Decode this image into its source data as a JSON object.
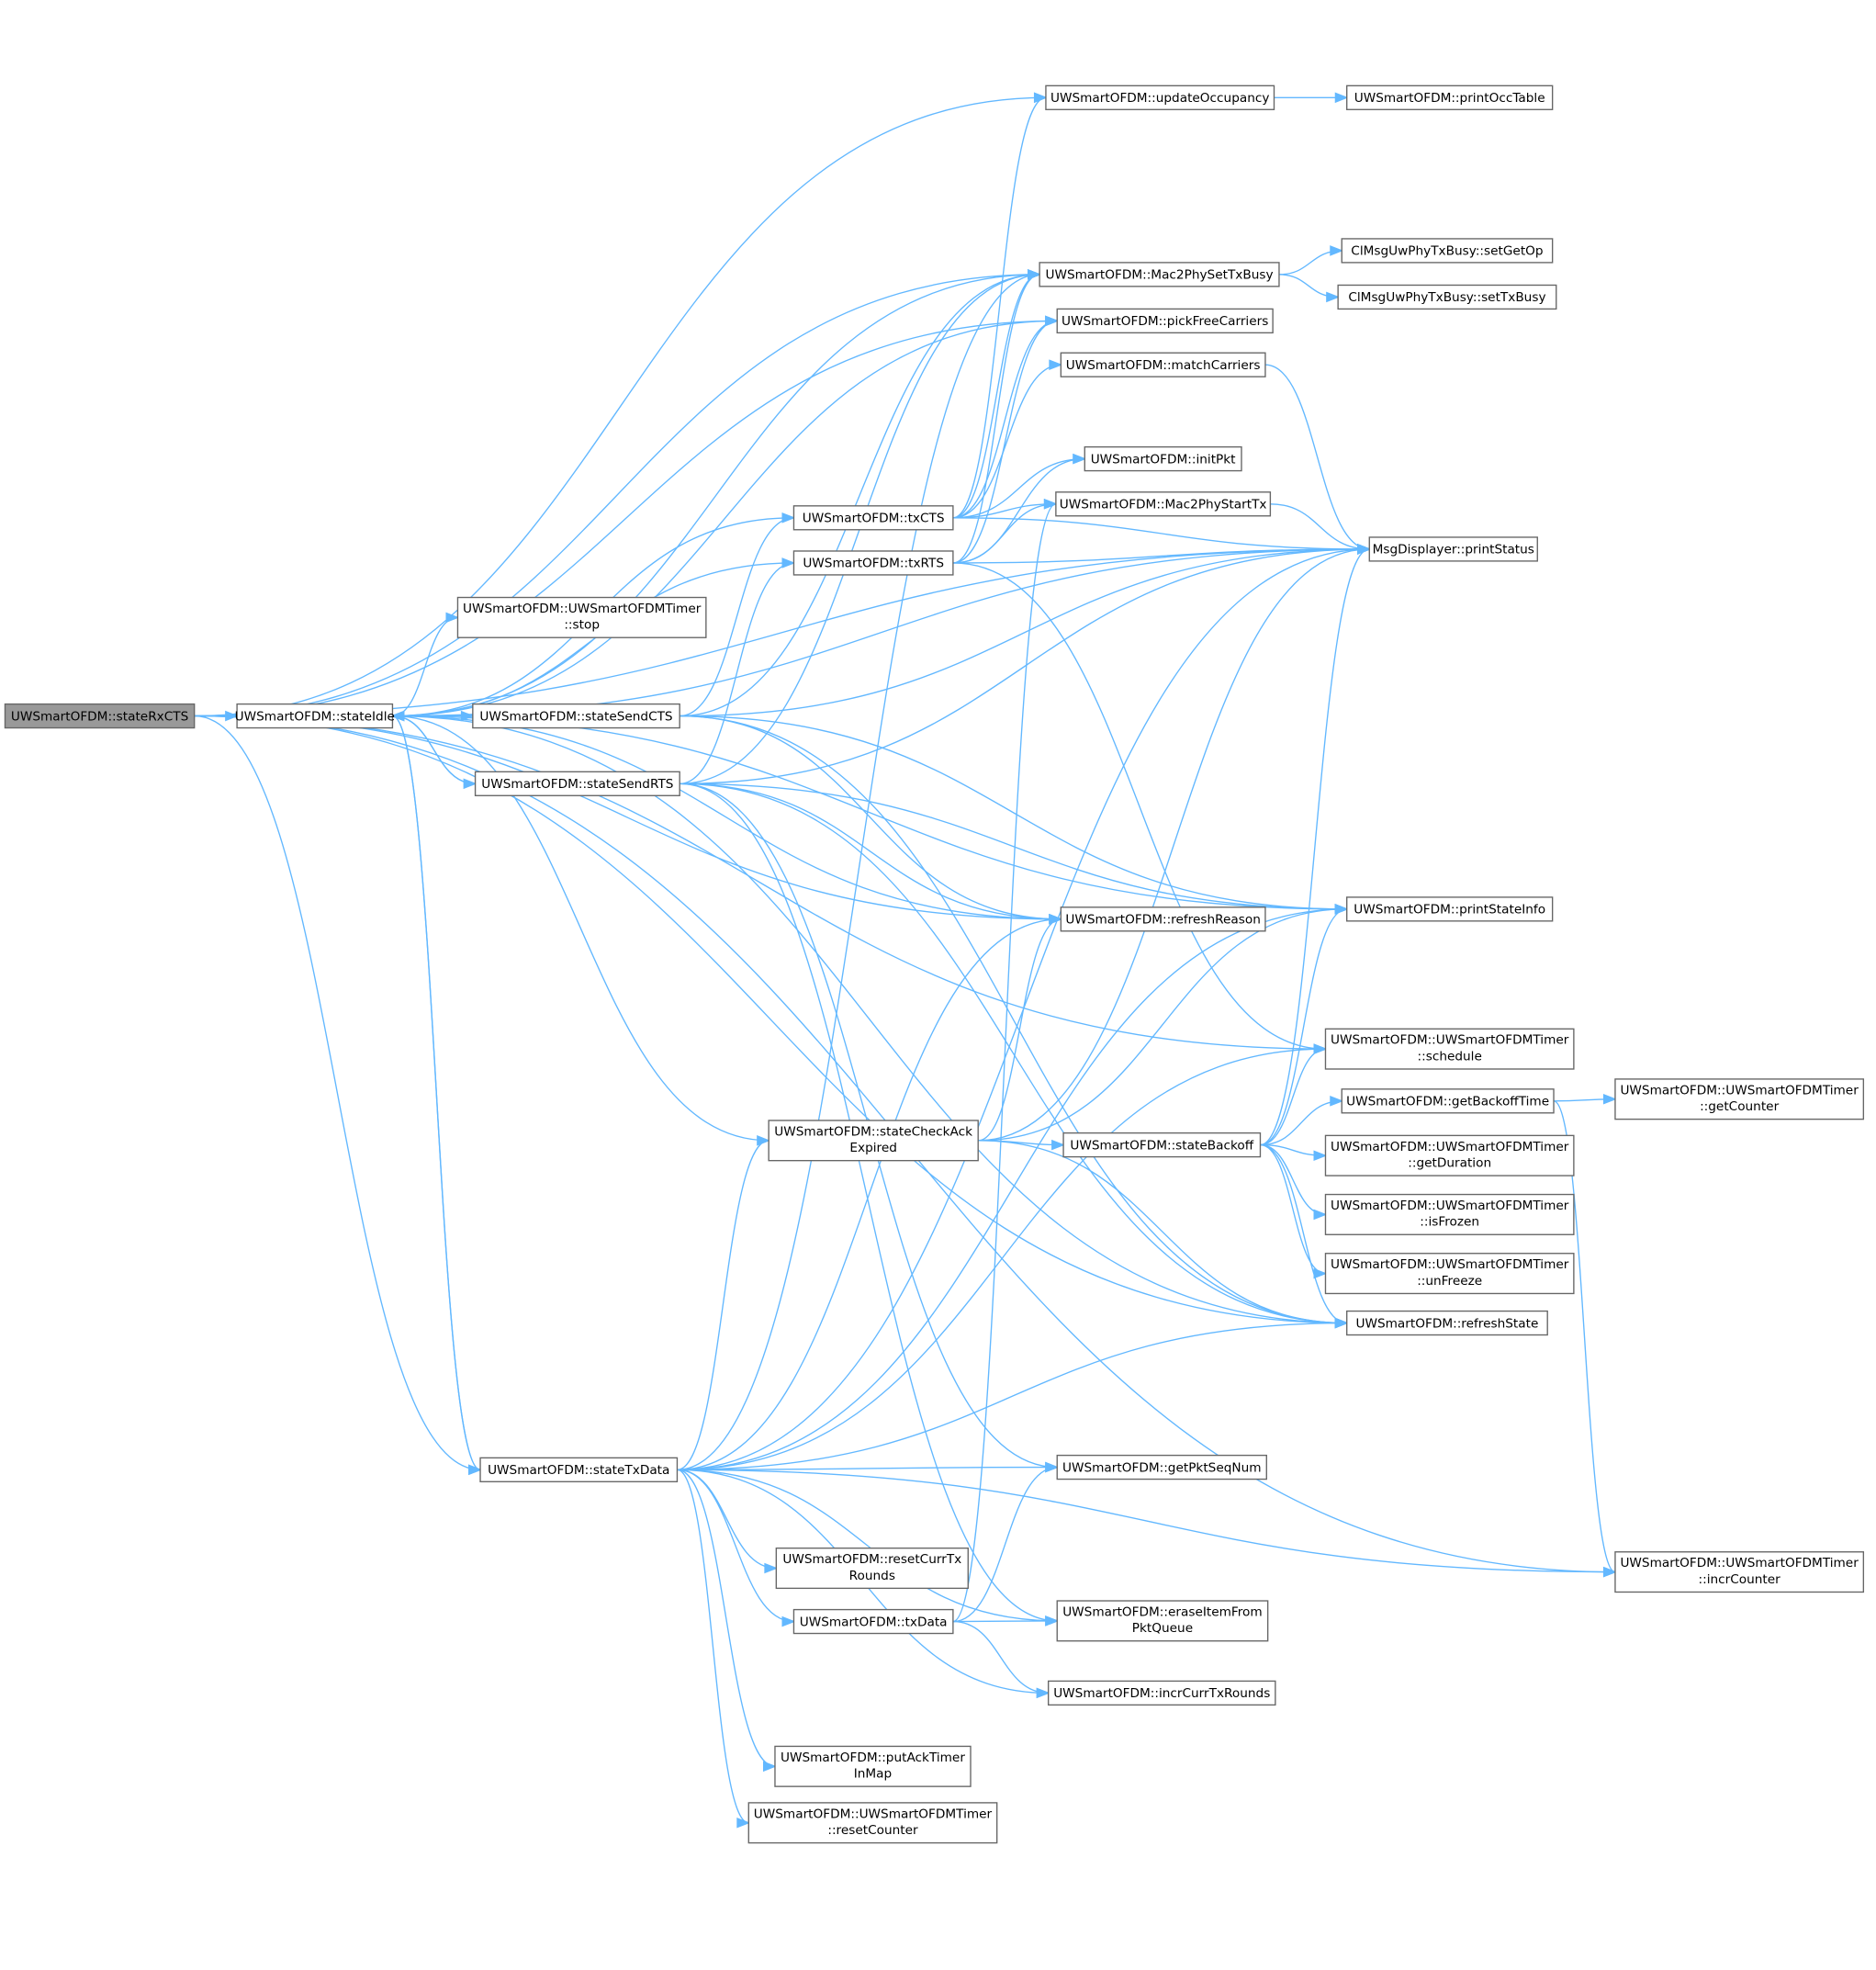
{
  "graph": {
    "colors": {
      "edge": "#63b8ff",
      "root_fill": "#999999",
      "node_border": "#666666"
    },
    "nodes": {
      "stateRxCTS": [
        "UWSmartOFDM::stateRxCTS"
      ],
      "stateIdle": [
        "UWSmartOFDM::stateIdle"
      ],
      "stateSendCTS": [
        "UWSmartOFDM::stateSendCTS"
      ],
      "stateSendRTS": [
        "UWSmartOFDM::stateSendRTS"
      ],
      "stateTxData": [
        "UWSmartOFDM::stateTxData"
      ],
      "updateOccupancy": [
        "UWSmartOFDM::updateOccupancy"
      ],
      "printOccTable": [
        "UWSmartOFDM::printOccTable"
      ],
      "Mac2PhySetTxBusy": [
        "UWSmartOFDM::Mac2PhySetTxBusy"
      ],
      "setGetOp": [
        "ClMsgUwPhyTxBusy::setGetOp"
      ],
      "setTxBusy": [
        "ClMsgUwPhyTxBusy::setTxBusy"
      ],
      "pickFreeCarriers": [
        "UWSmartOFDM::pickFreeCarriers"
      ],
      "matchCarriers": [
        "UWSmartOFDM::matchCarriers"
      ],
      "initPkt": [
        "UWSmartOFDM::initPkt"
      ],
      "Mac2PhyStartTx": [
        "UWSmartOFDM::Mac2PhyStartTx"
      ],
      "txCTS": [
        "UWSmartOFDM::txCTS"
      ],
      "txRTS": [
        "UWSmartOFDM::txRTS"
      ],
      "printStatus": [
        "MsgDisplayer::printStatus"
      ],
      "stop": [
        "UWSmartOFDM::UWSmartOFDMTimer",
        "::stop"
      ],
      "printStateInfo": [
        "UWSmartOFDM::printStateInfo"
      ],
      "refreshReason": [
        "UWSmartOFDM::refreshReason"
      ],
      "schedule": [
        "UWSmartOFDM::UWSmartOFDMTimer",
        "::schedule"
      ],
      "getBackoffTime": [
        "UWSmartOFDM::getBackoffTime"
      ],
      "getCounter": [
        "UWSmartOFDM::UWSmartOFDMTimer",
        "::getCounter"
      ],
      "stateCheckAckExpired": [
        "UWSmartOFDM::stateCheckAck",
        "Expired"
      ],
      "stateBackoff": [
        "UWSmartOFDM::stateBackoff"
      ],
      "getDuration": [
        "UWSmartOFDM::UWSmartOFDMTimer",
        "::getDuration"
      ],
      "isFrozen": [
        "UWSmartOFDM::UWSmartOFDMTimer",
        "::isFrozen"
      ],
      "unFreeze": [
        "UWSmartOFDM::UWSmartOFDMTimer",
        "::unFreeze"
      ],
      "refreshState": [
        "UWSmartOFDM::refreshState"
      ],
      "getPktSeqNum": [
        "UWSmartOFDM::getPktSeqNum"
      ],
      "resetCurrTxRounds": [
        "UWSmartOFDM::resetCurrTx",
        "Rounds"
      ],
      "txData": [
        "UWSmartOFDM::txData"
      ],
      "eraseItemFromPktQueue": [
        "UWSmartOFDM::eraseItemFrom",
        "PktQueue"
      ],
      "incrCurrTxRounds": [
        "UWSmartOFDM::incrCurrTxRounds"
      ],
      "putAckTimerInMap": [
        "UWSmartOFDM::putAckTimer",
        "InMap"
      ],
      "resetCounter": [
        "UWSmartOFDM::UWSmartOFDMTimer",
        "::resetCounter"
      ],
      "incrCounter": [
        "UWSmartOFDM::UWSmartOFDMTimer",
        "::incrCounter"
      ]
    },
    "root": "stateRxCTS",
    "edges": [
      [
        "stateRxCTS",
        "updateOccupancy"
      ],
      [
        "stateRxCTS",
        "printStatus"
      ],
      [
        "stateRxCTS",
        "Mac2PhySetTxBusy"
      ],
      [
        "stateRxCTS",
        "pickFreeCarriers"
      ],
      [
        "stateRxCTS",
        "stateIdle"
      ],
      [
        "stateRxCTS",
        "refreshReason"
      ],
      [
        "stateRxCTS",
        "schedule"
      ],
      [
        "stateRxCTS",
        "stateTxData"
      ],
      [
        "stateRxCTS",
        "refreshState"
      ],
      [
        "stateRxCTS",
        "incrCounter"
      ],
      [
        "stateIdle",
        "Mac2PhySetTxBusy"
      ],
      [
        "stateIdle",
        "pickFreeCarriers"
      ],
      [
        "stateIdle",
        "printStatus"
      ],
      [
        "stateIdle",
        "stop"
      ],
      [
        "stateIdle",
        "stateSendCTS"
      ],
      [
        "stateIdle",
        "stateSendRTS"
      ],
      [
        "stateIdle",
        "stateTxData"
      ],
      [
        "stateIdle",
        "printStateInfo"
      ],
      [
        "stateIdle",
        "refreshReason"
      ],
      [
        "stateIdle",
        "refreshState"
      ],
      [
        "stateSendCTS",
        "txCTS"
      ],
      [
        "stateSendCTS",
        "printStatus"
      ],
      [
        "stateSendCTS",
        "printStateInfo"
      ],
      [
        "stateSendCTS",
        "refreshReason"
      ],
      [
        "stateSendCTS",
        "refreshState"
      ],
      [
        "stateSendCTS",
        "Mac2PhySetTxBusy"
      ],
      [
        "stateSendRTS",
        "stateIdle"
      ],
      [
        "stateSendRTS",
        "txRTS"
      ],
      [
        "stateSendRTS",
        "printStatus"
      ],
      [
        "stateSendRTS",
        "printStateInfo"
      ],
      [
        "stateSendRTS",
        "refreshReason"
      ],
      [
        "stateSendRTS",
        "getPktSeqNum"
      ],
      [
        "stateSendRTS",
        "eraseItemFromPktQueue"
      ],
      [
        "stateSendRTS",
        "refreshState"
      ],
      [
        "stateSendRTS",
        "Mac2PhySetTxBusy"
      ],
      [
        "txCTS",
        "updateOccupancy"
      ],
      [
        "txCTS",
        "Mac2PhySetTxBusy"
      ],
      [
        "txCTS",
        "pickFreeCarriers"
      ],
      [
        "txCTS",
        "matchCarriers"
      ],
      [
        "txCTS",
        "initPkt"
      ],
      [
        "txCTS",
        "Mac2PhyStartTx"
      ],
      [
        "txCTS",
        "printStatus"
      ],
      [
        "txCTS",
        "stateIdle"
      ],
      [
        "txRTS",
        "Mac2PhySetTxBusy"
      ],
      [
        "txRTS",
        "pickFreeCarriers"
      ],
      [
        "txRTS",
        "initPkt"
      ],
      [
        "txRTS",
        "Mac2PhyStartTx"
      ],
      [
        "txRTS",
        "printStatus"
      ],
      [
        "txRTS",
        "schedule"
      ],
      [
        "txRTS",
        "stateIdle"
      ],
      [
        "Mac2PhySetTxBusy",
        "setGetOp"
      ],
      [
        "Mac2PhySetTxBusy",
        "setTxBusy"
      ],
      [
        "updateOccupancy",
        "printOccTable"
      ],
      [
        "matchCarriers",
        "printStatus"
      ],
      [
        "Mac2PhyStartTx",
        "printStatus"
      ],
      [
        "stateCheckAckExpired",
        "stateIdle"
      ],
      [
        "stateCheckAckExpired",
        "refreshReason"
      ],
      [
        "stateCheckAckExpired",
        "printStatus"
      ],
      [
        "stateCheckAckExpired",
        "printStateInfo"
      ],
      [
        "stateCheckAckExpired",
        "stateBackoff"
      ],
      [
        "stateCheckAckExpired",
        "refreshState"
      ],
      [
        "stateBackoff",
        "printStatus"
      ],
      [
        "stateBackoff",
        "printStateInfo"
      ],
      [
        "stateBackoff",
        "schedule"
      ],
      [
        "stateBackoff",
        "getBackoffTime"
      ],
      [
        "stateBackoff",
        "getDuration"
      ],
      [
        "stateBackoff",
        "isFrozen"
      ],
      [
        "stateBackoff",
        "unFreeze"
      ],
      [
        "stateBackoff",
        "refreshState"
      ],
      [
        "getBackoffTime",
        "getCounter"
      ],
      [
        "getBackoffTime",
        "incrCounter"
      ],
      [
        "stateTxData",
        "stateIdle"
      ],
      [
        "stateTxData",
        "Mac2PhySetTxBusy"
      ],
      [
        "stateTxData",
        "printStatus"
      ],
      [
        "stateTxData",
        "refreshReason"
      ],
      [
        "stateTxData",
        "printStateInfo"
      ],
      [
        "stateTxData",
        "schedule"
      ],
      [
        "stateTxData",
        "stateCheckAckExpired"
      ],
      [
        "stateTxData",
        "getPktSeqNum"
      ],
      [
        "stateTxData",
        "resetCurrTxRounds"
      ],
      [
        "stateTxData",
        "txData"
      ],
      [
        "stateTxData",
        "eraseItemFromPktQueue"
      ],
      [
        "stateTxData",
        "incrCurrTxRounds"
      ],
      [
        "stateTxData",
        "putAckTimerInMap"
      ],
      [
        "stateTxData",
        "resetCounter"
      ],
      [
        "stateTxData",
        "refreshState"
      ],
      [
        "stateTxData",
        "incrCounter"
      ],
      [
        "txData",
        "getPktSeqNum"
      ],
      [
        "txData",
        "eraseItemFromPktQueue"
      ],
      [
        "txData",
        "incrCurrTxRounds"
      ],
      [
        "txData",
        "Mac2PhyStartTx"
      ]
    ]
  }
}
